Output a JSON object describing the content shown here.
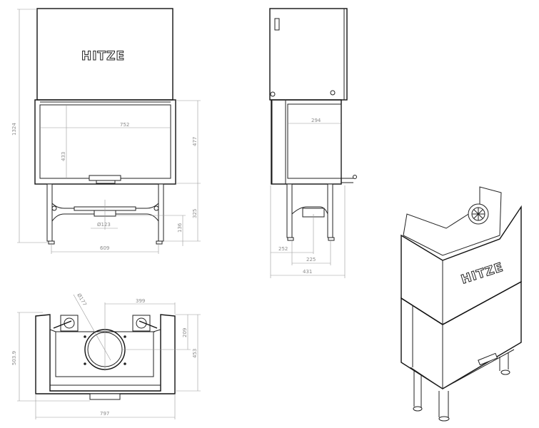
{
  "brand": "HITZE",
  "front_view": {
    "dims": {
      "total_height": "1324",
      "glass_width": "752",
      "glass_height": "433",
      "door_height": "477",
      "leg_height": "325",
      "flue_height": "136",
      "flue_diameter": "Ø123",
      "leg_spacing": "609"
    }
  },
  "side_view": {
    "dims": {
      "glass_depth": "294",
      "flue_offset": "252",
      "leg_spacing": "225",
      "total_depth": "431"
    }
  },
  "top_view": {
    "dims": {
      "outlet_diameter": "Ø177",
      "outlet_offset_x": "399",
      "outlet_offset_y": "209",
      "body_depth": "453",
      "total_depth": "503.9",
      "total_width": "797"
    }
  }
}
